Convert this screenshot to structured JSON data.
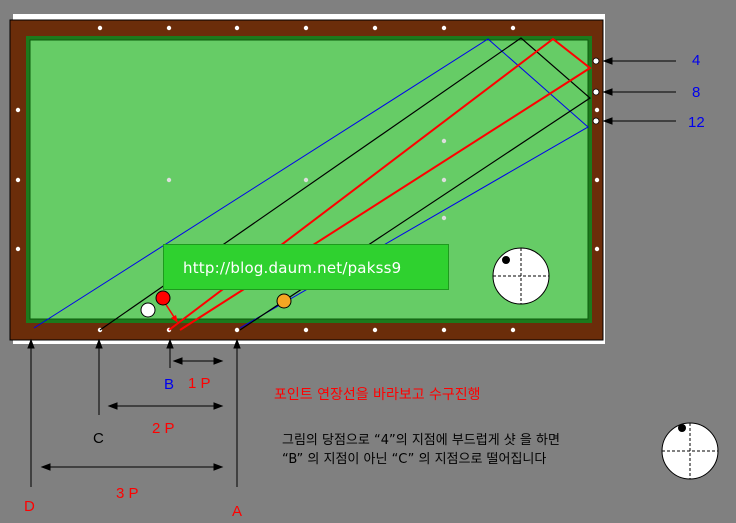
{
  "diagram": {
    "url_text": "http://blog.daum.net/pakss9",
    "right_rail_labels": [
      "4",
      "8",
      "12"
    ],
    "bottom_points": {
      "B": "B",
      "C": "C",
      "D": "D",
      "A": "A"
    },
    "spans": [
      "1 P",
      "2 P",
      "3 P"
    ],
    "note_main": "포인트 연장선을 바라보고 수구진행",
    "description_line1": "그림의 당점으로 “4”의 지점에 부드럽게 샷 을 하면",
    "description_line2": "“B” 의 지점이 아닌 “C” 의 지점으로 떨어집니다",
    "colors": {
      "background": "#808080",
      "rail": "#6b2d0a",
      "cloth": "#66cc66",
      "cushion_line": "#1c7a1c",
      "red_line": "#ff0000",
      "black_line": "#000000",
      "blue_line": "#0000ee"
    }
  }
}
